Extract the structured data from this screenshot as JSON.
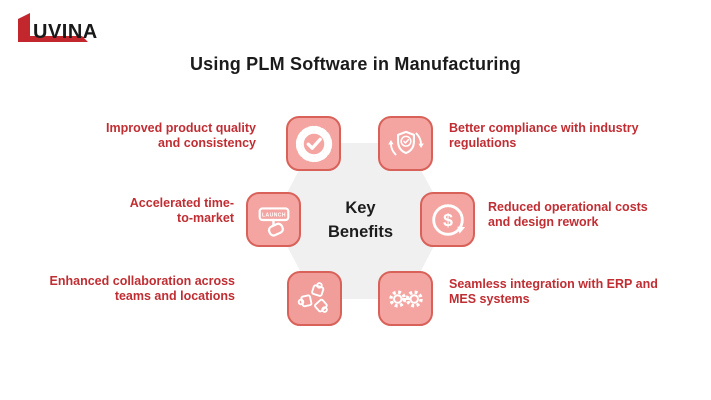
{
  "logo": {
    "wordmark": "UVINA",
    "accent_color": "#c1272d",
    "text_color": "#191919"
  },
  "title": "Using PLM Software in Manufacturing",
  "center_label": "Key\nBenefits",
  "colors": {
    "benefit_text": "#c02e33",
    "tile_fill": "#f4a5a2",
    "tile_border": "#d8625a",
    "hexagon_fill": "#f0f0f1",
    "title_text": "#1b1b1b",
    "icon_stroke": "#ffffff"
  },
  "benefits": {
    "quality": {
      "label": "Improved product quality\nand consistency",
      "icon": "quality-badge-icon"
    },
    "compliance": {
      "label": "Better compliance with industry\nregulations",
      "icon": "compliance-shield-icon"
    },
    "time_to_market": {
      "label": "Accelerated time-\nto-market",
      "icon": "launch-button-icon"
    },
    "cost": {
      "label": "Reduced operational costs\nand design rework",
      "icon": "dollar-rotation-icon"
    },
    "collaboration": {
      "label": "Enhanced collaboration across\nteams and locations",
      "icon": "collaboration-puzzle-icon"
    },
    "integration": {
      "label": "Seamless integration with ERP and\nMES systems",
      "icon": "gears-integration-icon"
    }
  },
  "icon_glyphs": {
    "launch_button_text": "LAUNCH",
    "dollar": "$"
  }
}
